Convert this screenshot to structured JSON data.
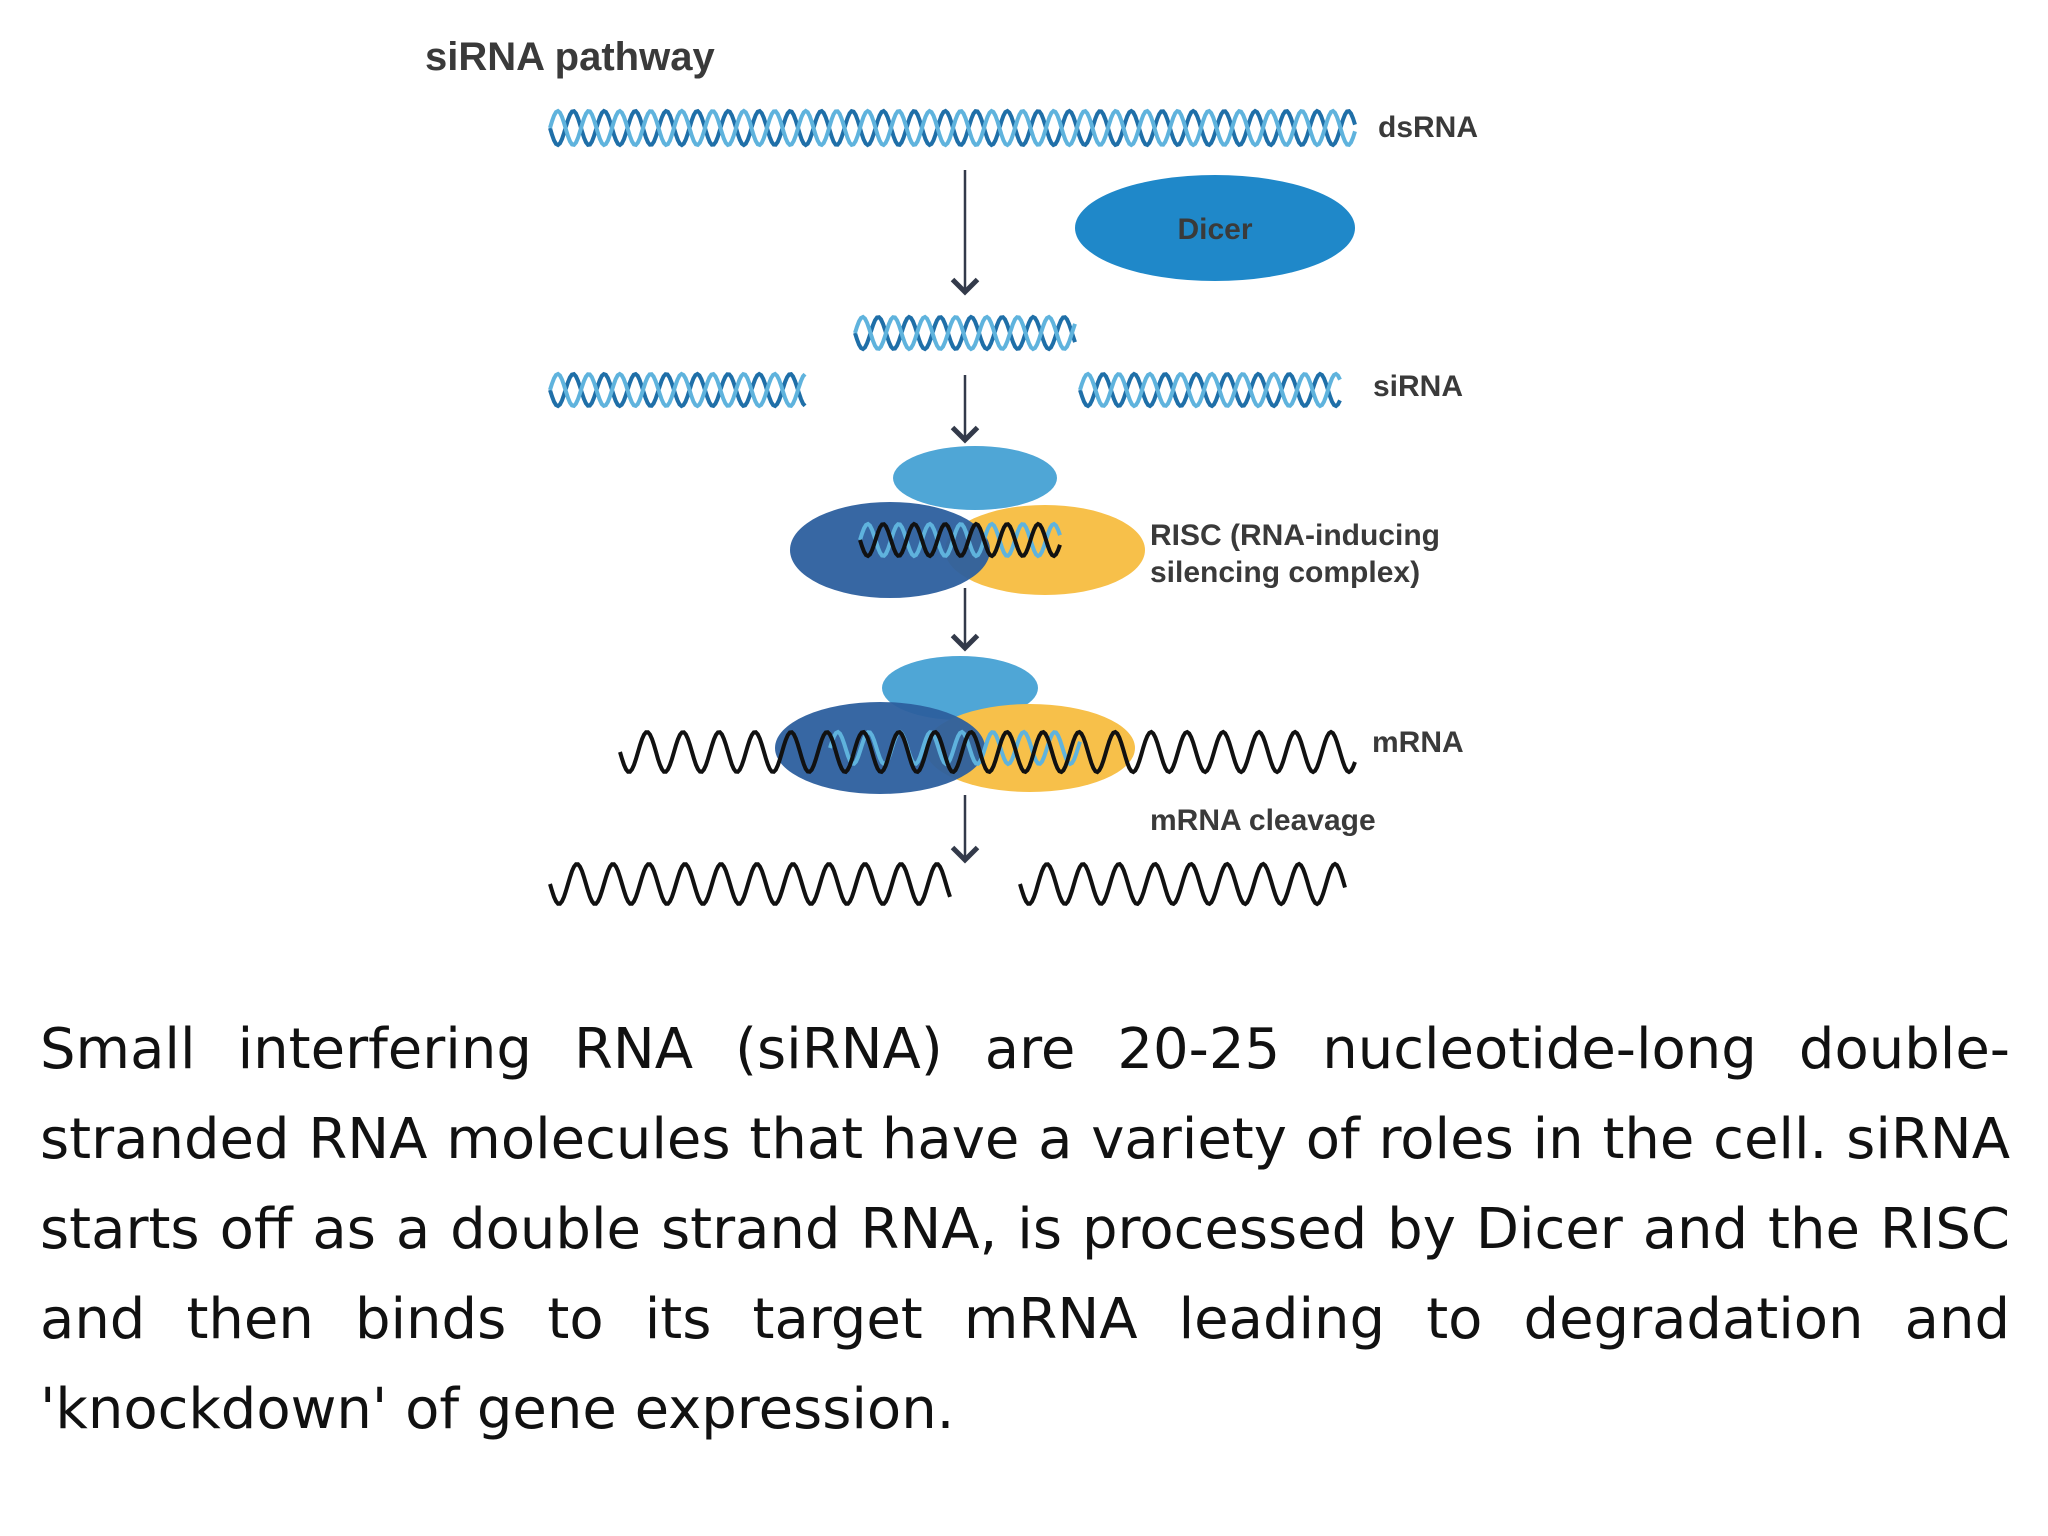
{
  "diagram": {
    "title": "siRNA pathway",
    "labels": {
      "dsrna": "dsRNA",
      "dicer": "Dicer",
      "sirna": "siRNA",
      "risc_line1": "RISC (RNA-inducing",
      "risc_line2": "silencing complex)",
      "mrna": "mRNA",
      "cleavage": "mRNA cleavage"
    },
    "colors": {
      "rna_strand_a": "#1f6fa8",
      "rna_strand_b": "#5fb3dd",
      "dicer": "#1f88c9",
      "risc_top": "#4fa6d6",
      "risc_left": "#2c5f9e",
      "risc_right": "#f7c04a",
      "mrna": "#111111",
      "arrow": "#333a4a"
    }
  },
  "caption": {
    "text": "Small interfering RNA (siRNA) are 20-25 nucleotide-long double-stranded RNA molecules that have a variety of roles in the cell. siRNA starts off as a double strand RNA, is processed by Dicer and the RISC and then binds to its target mRNA leading to degradation and 'knockdown' of gene expression."
  }
}
